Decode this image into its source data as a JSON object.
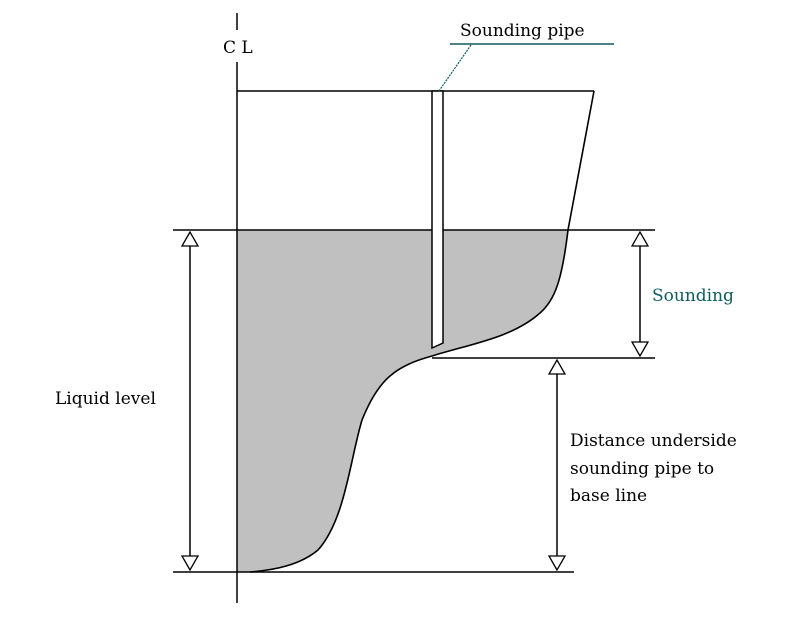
{
  "diagram": {
    "labels": {
      "centerline": "C L",
      "sounding_pipe": "Sounding pipe",
      "sounding": "Sounding",
      "liquid_level": "Liquid level",
      "distance_line1": "Distance underside",
      "distance_line2": "sounding pipe to",
      "distance_line3": "base line"
    },
    "colors": {
      "liquid_fill": "#c0c0c0",
      "line": "#000000",
      "leader_teal": "#0e5c5c"
    }
  }
}
